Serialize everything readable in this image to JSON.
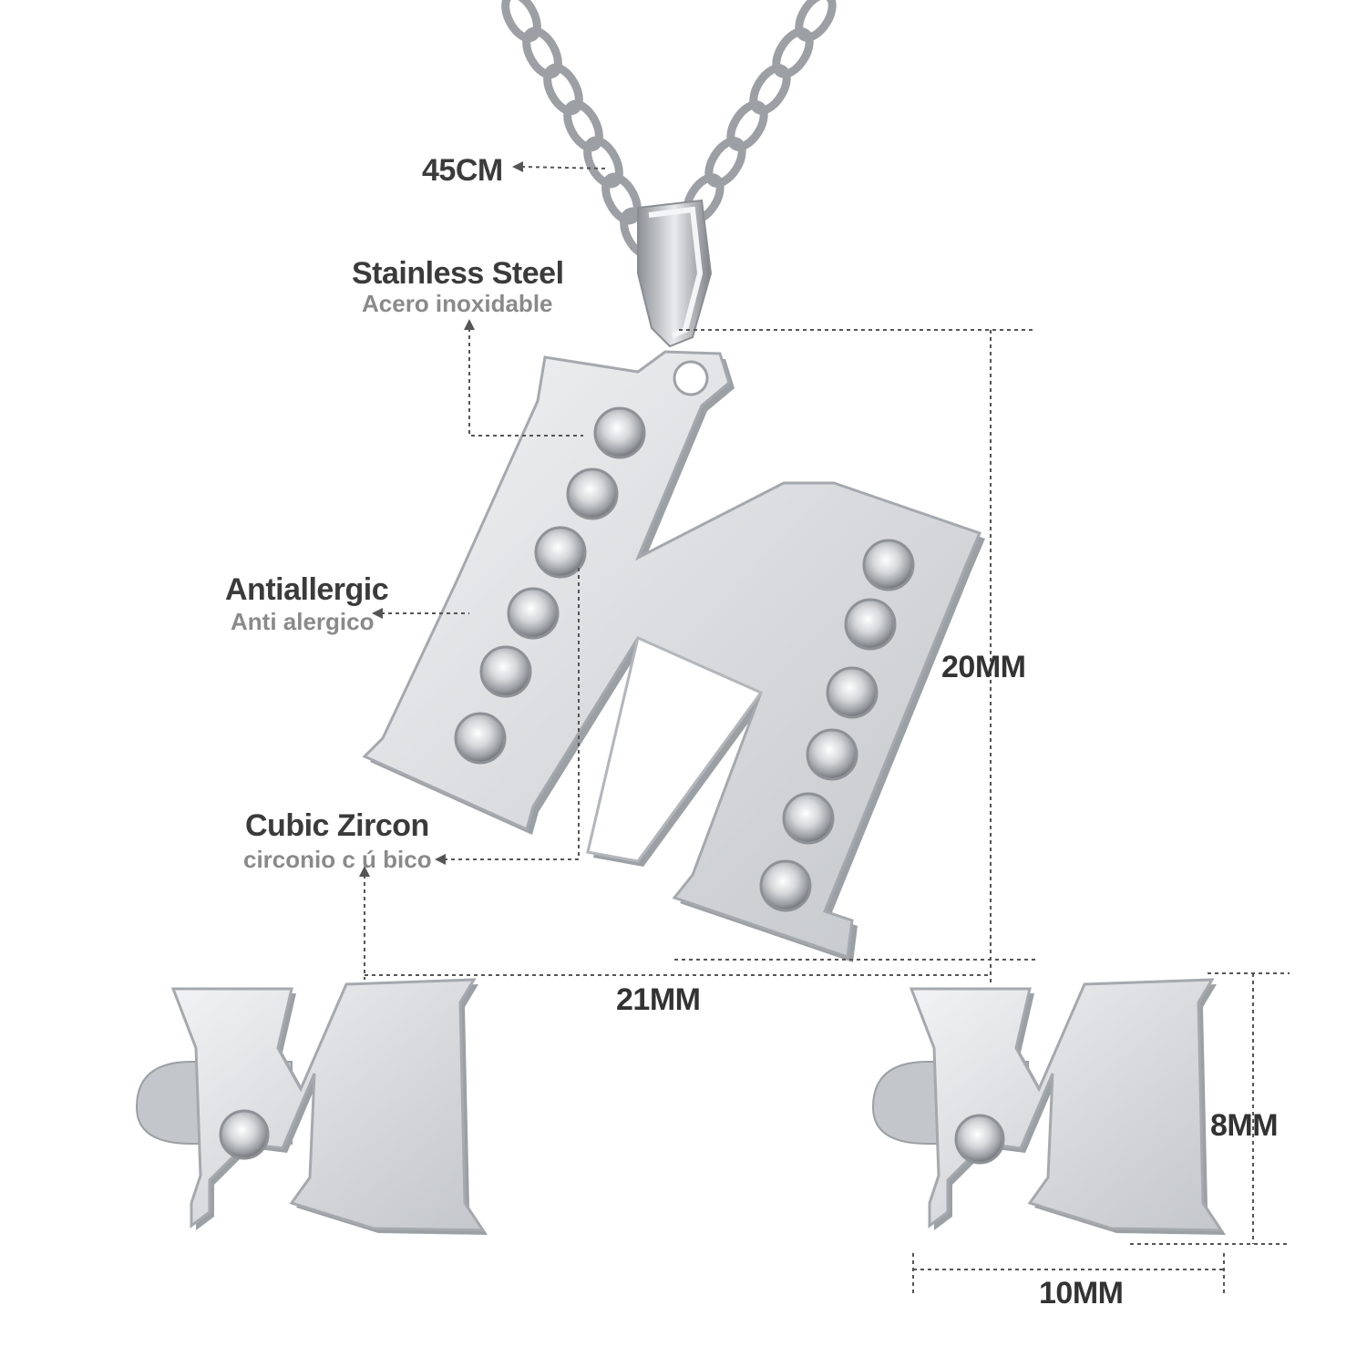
{
  "labels": {
    "chain_length": "45CM",
    "material": {
      "title": "Stainless Steel",
      "subtitle": "Acero inoxidable"
    },
    "allergy": {
      "title": "Antiallergic",
      "subtitle": "Anti alergico"
    },
    "stone": {
      "title": "Cubic Zircon",
      "subtitle": "circonio c ú bico"
    }
  },
  "dimensions": {
    "pendant_height": "20MM",
    "pendant_width": "21MM",
    "earring_height": "8MM",
    "earring_width": "10MM"
  },
  "colors": {
    "background": "#ffffff",
    "metal": "#d7d9dc",
    "metal_shadow": "#9ea2a7",
    "metal_highlight": "#f4f5f6",
    "leader_line": "#555555",
    "label_text": "#3b3b3b",
    "sublabel_text": "#8a8a8a"
  },
  "product": {
    "letter": "M",
    "pendant_stone_count": 12,
    "earring_stone_count": 1
  }
}
